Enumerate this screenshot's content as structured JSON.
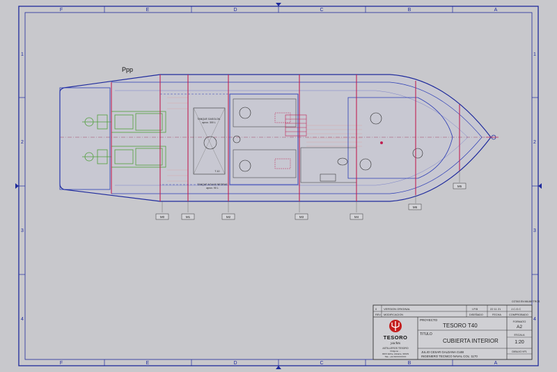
{
  "grid": {
    "top_letters": [
      "F",
      "E",
      "D",
      "C",
      "B",
      "A"
    ],
    "side_numbers": [
      "1",
      "2",
      "3",
      "4"
    ]
  },
  "plan": {
    "top_label": "Ppp",
    "box_text_1": "TANQUE GASOLOIL",
    "box_text_2": "aprox. 300 L",
    "box_text_3": "TANQUE AGUAS NEGRAS",
    "box_text_4": "aprox. 90 L",
    "box_text_5": "T-10",
    "bulkheads": [
      {
        "label": "M0"
      },
      {
        "label": "M1"
      },
      {
        "label": "M2"
      },
      {
        "label": "M3"
      },
      {
        "label": "M4"
      },
      {
        "label": "M5"
      },
      {
        "label": "M6"
      }
    ]
  },
  "title_block": {
    "note": "COTAS EN MILIMETROS",
    "rev_row": {
      "rev": "0",
      "desc": "VERSION ORIGINAL",
      "drawn": "I.P.B",
      "date": "22 11 21",
      "checked": "J.C.G.C"
    },
    "header_row": {
      "rev": "REV.",
      "desc": "MODIFICACION",
      "drawn": "DISEÑADO",
      "date": "FECHA",
      "checked": "COMPROBADO"
    },
    "logo_main": "TESORO",
    "logo_sub": "yachts",
    "company_lines": [
      "ASTILLEROS TESORO",
      "Poligono ...",
      "03XX Elche, Alicante, SPAIN",
      "TEL: +34 6XXXXXXXX"
    ],
    "proyecto_label": "PROYECTO",
    "proyecto_value": "TESORO T40",
    "titulo_label": "TITULO",
    "titulo_value": "CUBIERTA INTERIOR",
    "engineer_line1": "JULIO CESAR GALDANA CUBI",
    "engineer_line2": "INGENIERO TECNICO NAVAL  COL: 1170",
    "formato_label": "FORMATO",
    "formato_value": "A2",
    "escala_label": "ESCALA",
    "escala_value": "1:20",
    "dibujo_label": "DIBUJO Nº1"
  },
  "colors": {
    "background": "#c8c8cc",
    "frame_blue": "#1e2a9c",
    "hull_blue": "#2a3bb5",
    "bulkhead_red": "#c01f52",
    "engine_green": "#4f9f3a",
    "deck_pink": "#d9a0a0",
    "logo_red": "#c41e1e"
  }
}
